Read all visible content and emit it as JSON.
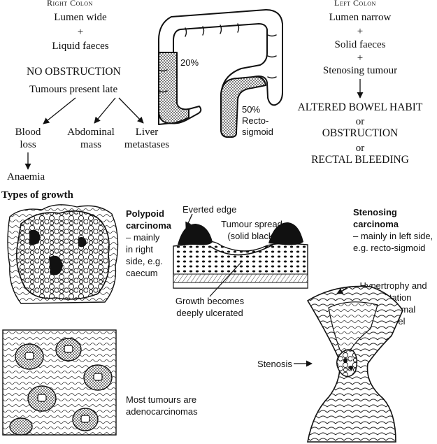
{
  "right_colon": {
    "heading": "Right Colon",
    "lines": [
      "Lumen wide",
      "+",
      "Liquid faeces"
    ],
    "no_obstruction": "NO OBSTRUCTION",
    "tumours_late": "Tumours present late",
    "outcomes": {
      "blood_loss": [
        "Blood",
        "loss"
      ],
      "abdominal_mass": [
        "Abdominal",
        "mass"
      ],
      "liver_metastases": [
        "Liver",
        "metastases"
      ]
    },
    "anaemia": "Anaemia"
  },
  "left_colon": {
    "heading": "Left Colon",
    "lines": [
      "Lumen narrow",
      "+",
      "Solid faeces",
      "+",
      "Stenosing tumour"
    ],
    "outcomes": [
      "ALTERED BOWEL HABIT",
      "or",
      "OBSTRUCTION",
      "or",
      "RECTAL BLEEDING"
    ]
  },
  "colon_figure": {
    "right_percent": "20%",
    "left_percent": "50%",
    "left_site": [
      "Recto-",
      "sigmoid"
    ]
  },
  "types_of_growth": {
    "heading": "Types of growth",
    "polypoid": {
      "title": [
        "Polypoid",
        "carcinoma"
      ],
      "desc": [
        "– mainly",
        "in right",
        "side, e.g.",
        "caecum"
      ]
    },
    "ulcerated": {
      "everted_edge": "Everted edge",
      "tumour_spread": [
        "Tumour spread",
        "(solid black)"
      ],
      "ulcerated": [
        "Growth becomes",
        "deeply ulcerated"
      ]
    },
    "stenosing": {
      "title": [
        "Stenosing",
        "carcinoma"
      ],
      "desc": [
        "– mainly in left side,",
        "e.g. recto-sigmoid"
      ],
      "hypertrophy": [
        "Hypertrophy and",
        "dilatation",
        "of proximal",
        "bowel"
      ],
      "stenosis": "Stenosis"
    },
    "histology": {
      "caption": [
        "Most tumours are",
        "adenocarcinomas"
      ]
    }
  }
}
